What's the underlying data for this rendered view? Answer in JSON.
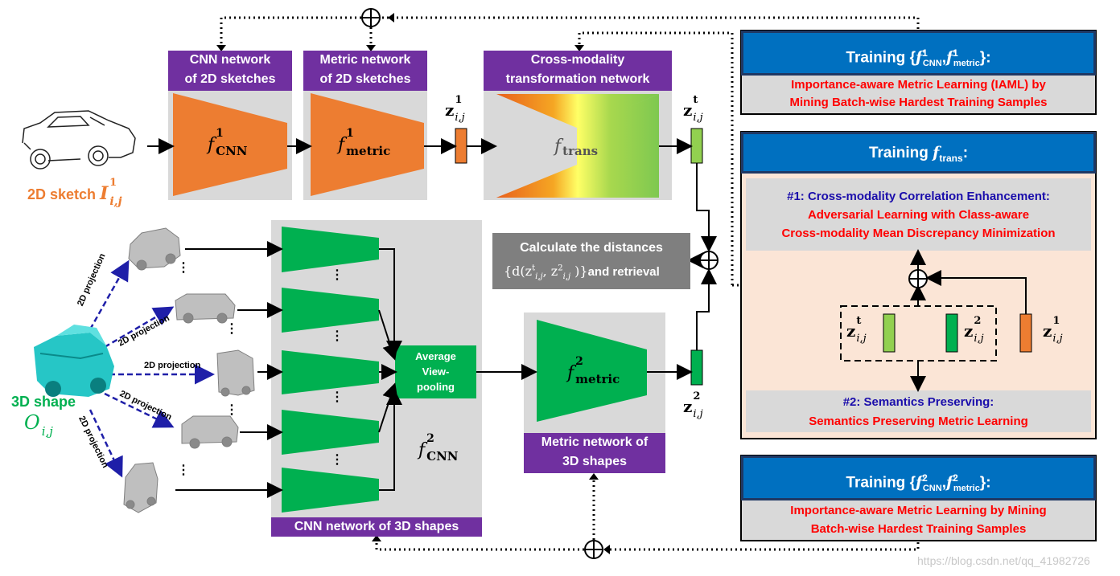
{
  "left": {
    "sketch_label": "2D sketch",
    "sketch_symbol": "I",
    "sketch_sup": "1",
    "sketch_sub": "i,j",
    "shape_label": "3D shape",
    "shape_symbol": "O",
    "shape_sub": "i,j",
    "projection_label": "2D projection",
    "ellipsis": "⋮"
  },
  "blocks": {
    "cnn2d_title_line1": "CNN network",
    "cnn2d_title_line2": "of 2D sketches",
    "cnn2d_symbol": "f",
    "cnn2d_sup": "1",
    "cnn2d_sub": "CNN",
    "metric2d_title_line1": "Metric network",
    "metric2d_title_line2": "of 2D sketches",
    "metric2d_symbol": "f",
    "metric2d_sup": "1",
    "metric2d_sub": "metric",
    "trans_title_line1": "Cross-modality",
    "trans_title_line2": "transformation network",
    "trans_symbol": "f",
    "trans_sub": "trans",
    "cnn3d_title": "CNN network of 3D shapes",
    "cnn3d_symbol": "f",
    "cnn3d_sup": "2",
    "cnn3d_sub": "CNN",
    "avgpool_line1": "Average",
    "avgpool_line2": "View-",
    "avgpool_line3": "pooling",
    "metric3d_title_line1": "Metric network of",
    "metric3d_title_line2": "3D shapes",
    "metric3d_symbol": "f",
    "metric3d_sup": "2",
    "metric3d_sub": "metric",
    "z1_symbol": "z",
    "z1_sup": "1",
    "z1_sub": "i,j",
    "zt_symbol": "z",
    "zt_sup": "t",
    "zt_sub": "i,j",
    "z2_symbol": "z",
    "z2_sup": "2",
    "z2_sub": "i,j",
    "distance_line1": "Calculate the distances",
    "distance_line2_math": "{d(z",
    "distance_line2_mid": ", z",
    "distance_line2_end": " )}",
    "distance_line2_text": "and retrieval"
  },
  "panels": {
    "panel1_header_prefix": "Training {",
    "panel1_header_f1": "f",
    "panel1_header_f1_sup": "1",
    "panel1_header_f1_sub": "CNN",
    "panel1_header_comma": ",",
    "panel1_header_f2": "f",
    "panel1_header_f2_sup": "1",
    "panel1_header_f2_sub": "metric",
    "panel1_header_suffix": "}:",
    "panel1_line1": "Importance-aware Metric Learning (IAML) by",
    "panel1_line2": "Mining Batch-wise Hardest Training Samples",
    "panel2_header_prefix": "Training ",
    "panel2_header_f": "f",
    "panel2_header_f_sub": "trans",
    "panel2_header_suffix": ":",
    "panel2_item1_title": "#1: Cross-modality Correlation Enhancement:",
    "panel2_item1_line1": "Adversarial Learning with Class-aware",
    "panel2_item1_line2": "Cross-modality Mean Discrepancy Minimization",
    "panel2_item2_title": "#2: Semantics Preserving:",
    "panel2_item2_line1": "Semantics Preserving Metric Learning",
    "panel3_header_prefix": "Training {",
    "panel3_header_f1": "f",
    "panel3_header_f1_sup": "2",
    "panel3_header_f1_sub": "CNN",
    "panel3_header_comma": ",",
    "panel3_header_f2": "f",
    "panel3_header_f2_sup": "2",
    "panel3_header_f2_sub": "metric",
    "panel3_header_suffix": "}:",
    "panel3_line1": "Importance-aware Metric Learning by Mining",
    "panel3_line2": "Batch-wise Hardest Training Samples"
  },
  "watermark": "https://blog.csdn.net/qq_41982726",
  "colors": {
    "purple": "#7030a0",
    "orange": "#ed7d31",
    "green": "#00b050",
    "light_green": "#92d050",
    "gray": "#d9d9d9",
    "blue": "#0070c0",
    "red": "#ff0000",
    "peach": "#fbe5d6",
    "dark_gray": "#7f7f7f"
  }
}
